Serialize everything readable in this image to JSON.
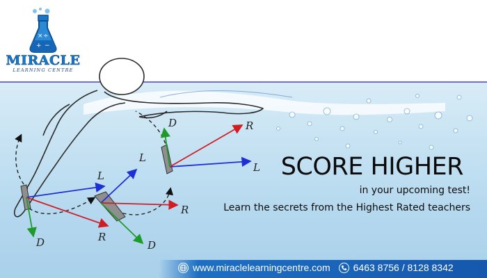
{
  "brand": {
    "name": "MIRACLE",
    "tagline": "LEARNING CENTRE"
  },
  "headline": "SCORE HIGHER",
  "subheadline": "in your upcoming test!",
  "tagline": "Learn the secrets from the Highest Rated teachers",
  "contact": {
    "website": "www.miraclelearningcentre.com",
    "phone": "6463 8756 / 8128 8342"
  },
  "diagram_labels": {
    "lift": "L",
    "drag": "D",
    "resultant": "R"
  },
  "colors": {
    "lift_arrow": "#1f2fd6",
    "drag_arrow": "#1f9a2a",
    "resultant_arrow": "#d11c24",
    "brand_blue": "#1877c8",
    "footer_blue": "#1558ad"
  },
  "icons": [
    "flask-logo-icon",
    "globe-icon",
    "phone-icon"
  ]
}
